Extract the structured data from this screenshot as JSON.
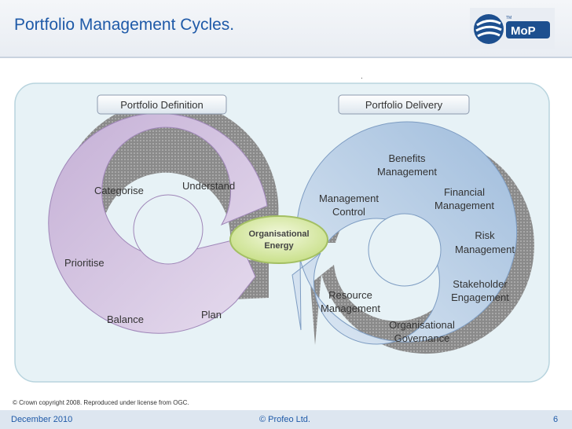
{
  "slide": {
    "title": "Portfolio Management Cycles.",
    "copyright": "© Crown copyright 2008. Reproduced under license from OGC.",
    "footer_left": "December 2010",
    "footer_center": "© Profeo Ltd.",
    "page_number": "6",
    "logo_text": "MoP",
    "logo_tm": "TM",
    "dot": "."
  },
  "diagram": {
    "definition_label": "Portfolio Definition",
    "delivery_label": "Portfolio Delivery",
    "center_line1": "Organisational",
    "center_line2": "Energy",
    "definition_items": [
      {
        "line1": "Understand",
        "line2": ""
      },
      {
        "line1": "Categorise",
        "line2": ""
      },
      {
        "line1": "Prioritise",
        "line2": ""
      },
      {
        "line1": "Balance",
        "line2": ""
      },
      {
        "line1": "Plan",
        "line2": ""
      }
    ],
    "delivery_items": [
      {
        "line1": "Benefits",
        "line2": "Management"
      },
      {
        "line1": "Management",
        "line2": "Control"
      },
      {
        "line1": "Financial",
        "line2": "Management"
      },
      {
        "line1": "Risk",
        "line2": "Management"
      },
      {
        "line1": "Stakeholder",
        "line2": "Engagement"
      },
      {
        "line1": "Resource",
        "line2": "Management"
      },
      {
        "line1": "Organisational",
        "line2": "Governance"
      }
    ]
  },
  "colors": {
    "title": "#1f5aa8",
    "definition_fill": "#c9b5d8",
    "delivery_fill": "#a9c4e0",
    "center_fill": "#dcebb5",
    "frame": "#e7f2f6"
  }
}
